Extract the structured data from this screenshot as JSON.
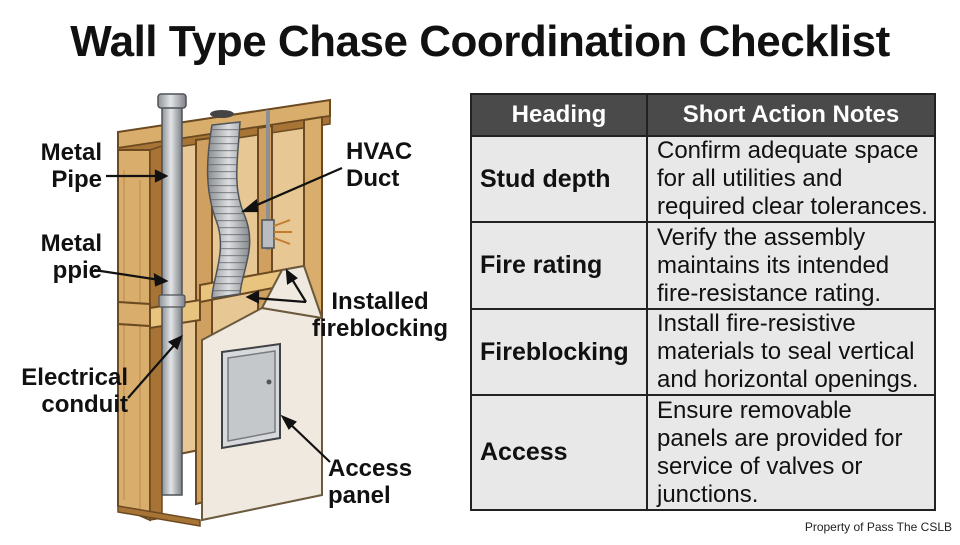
{
  "title": "Wall Type Chase Coordination Checklist",
  "diagram": {
    "labels": {
      "metal_pipe_top": "Metal\nPipe",
      "metal_pipe_mid": "Metal\nppie",
      "electrical_conduit": "Electrical\nconduit",
      "hvac_duct": "HVAC\nDuct",
      "installed_fireblocking": "Installed\nfireblocking",
      "access_panel": "Access\npanel"
    }
  },
  "checklist": {
    "headers": [
      "Heading",
      "Short Action Notes"
    ],
    "rows": [
      {
        "heading": "Stud depth",
        "note": "Confirm adequate space for all utilities and required clear tolerances."
      },
      {
        "heading": "Fire rating",
        "note": "Verify the assembly maintains its intended fire-resistance rating."
      },
      {
        "heading": "Fireblocking",
        "note": "Install fire-resistive materials to seal vertical and horizontal openings."
      },
      {
        "heading": "Access",
        "note": "Ensure removable panels are provided for service of valves or junctions."
      }
    ]
  },
  "footer": "Property of Pass The CSLB",
  "colors": {
    "wood": "#d9ad6c",
    "wood_dark": "#a87435",
    "pipe": "#b9bcc0",
    "drywall": "#efe9df",
    "table_header": "#4a4a4a",
    "table_cell": "#e8e8e8"
  }
}
